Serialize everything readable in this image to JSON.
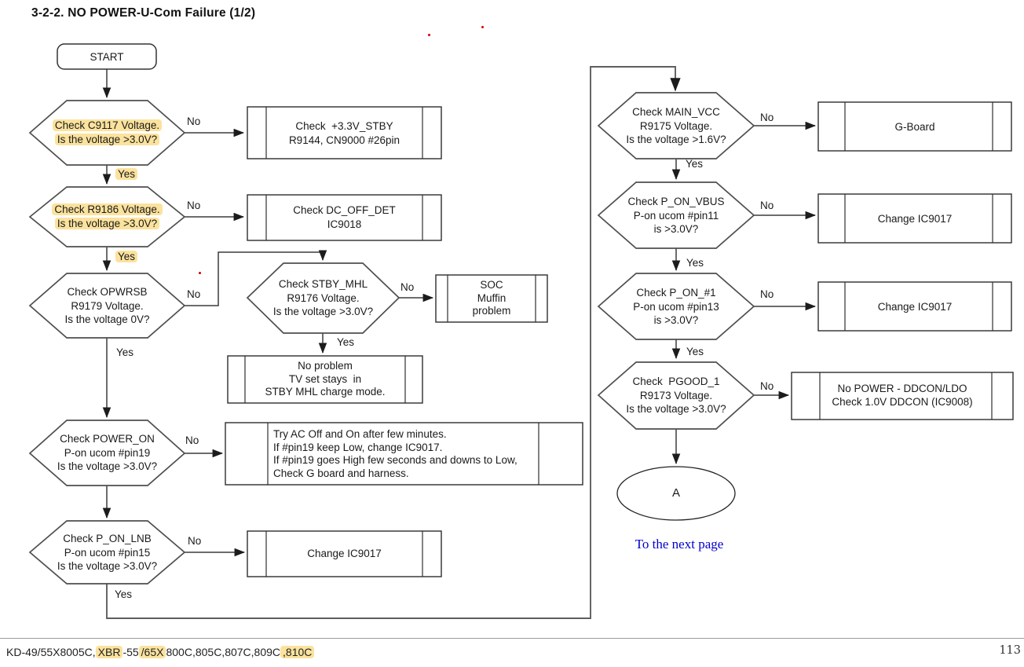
{
  "title": "3-2-2. NO POWER-U-Com Failure (1/2)",
  "labels": {
    "yes": "Yes",
    "no": "No"
  },
  "flow": {
    "start": "START",
    "d_c9117": {
      "l1": "Check C9117 Voltage.",
      "l2": "Is the voltage >3.0V?"
    },
    "b_stby": {
      "l1": "Check  +3.3V_STBY",
      "l2": "R9144, CN9000 #26pin"
    },
    "d_r9186": {
      "l1": "Check R9186 Voltage.",
      "l2": "Is the voltage >3.0V?"
    },
    "b_dcoff": {
      "l1": "Check DC_OFF_DET",
      "l2": "IC9018"
    },
    "d_opwrsb": {
      "l1": "Check OPWRSB",
      "l2": "R9179 Voltage.",
      "l3": "Is the voltage 0V?"
    },
    "d_stbymhl": {
      "l1": "Check STBY_MHL",
      "l2": "R9176 Voltage.",
      "l3": "Is the voltage >3.0V?"
    },
    "b_soc": {
      "l1": "SOC",
      "l2": "Muffin",
      "l3": "problem"
    },
    "b_noproblem": {
      "l1": "No problem",
      "l2": "TV set stays  in",
      "l3": "STBY MHL charge mode."
    },
    "d_poweron": {
      "l1": "Check POWER_ON",
      "l2": "P-on ucom #pin19",
      "l3": "Is the voltage >3.0V?"
    },
    "b_try": {
      "l1": "Try AC Off and On after few minutes.",
      "l2": "If #pin19 keep Low, change IC9017.",
      "l3": "If #pin19 goes High few seconds and downs to Low,",
      "l4": "Check G board and harness."
    },
    "d_ponlnb": {
      "l1": "Check P_ON_LNB",
      "l2": "P-on ucom #pin15",
      "l3": "Is the voltage >3.0V?"
    },
    "b_chg_left": {
      "l1": "Change IC9017"
    },
    "d_mainvcc": {
      "l1": "Check MAIN_VCC",
      "l2": "R9175 Voltage.",
      "l3": "Is the voltage >1.6V?"
    },
    "b_gboard": {
      "l1": "G-Board"
    },
    "d_vbus": {
      "l1": "Check P_ON_VBUS",
      "l2": "P-on ucom #pin11",
      "l3": "is >3.0V?"
    },
    "b_chg_r1": {
      "l1": "Change IC9017"
    },
    "d_pon1": {
      "l1": "Check P_ON_#1",
      "l2": "P-on ucom #pin13",
      "l3": "is >3.0V?"
    },
    "b_chg_r2": {
      "l1": "Change IC9017"
    },
    "d_pgood": {
      "l1": "Check  PGOOD_1",
      "l2": "R9173 Voltage.",
      "l3": "Is the voltage >3.0V?"
    },
    "b_nopower": {
      "l1": "No POWER - DDCON/LDO",
      "l2": "Check 1.0V DDCON (IC9008)"
    },
    "connector_a": "A",
    "next_page": "To the next page"
  },
  "footer": {
    "segments": [
      {
        "text": "KD-49/55X8005C,",
        "hl": false
      },
      {
        "text": "XBR",
        "hl": true
      },
      {
        "text": "-55",
        "hl": false
      },
      {
        "text": "/65X",
        "hl": true
      },
      {
        "text": "800C,805C,807C,809C",
        "hl": false
      },
      {
        "text": ",810C",
        "hl": true
      }
    ],
    "page": "113"
  },
  "colors": {
    "highlight": "#FBE29D",
    "link_blue": "#0000CC",
    "annotation_red": "#CC0000"
  }
}
